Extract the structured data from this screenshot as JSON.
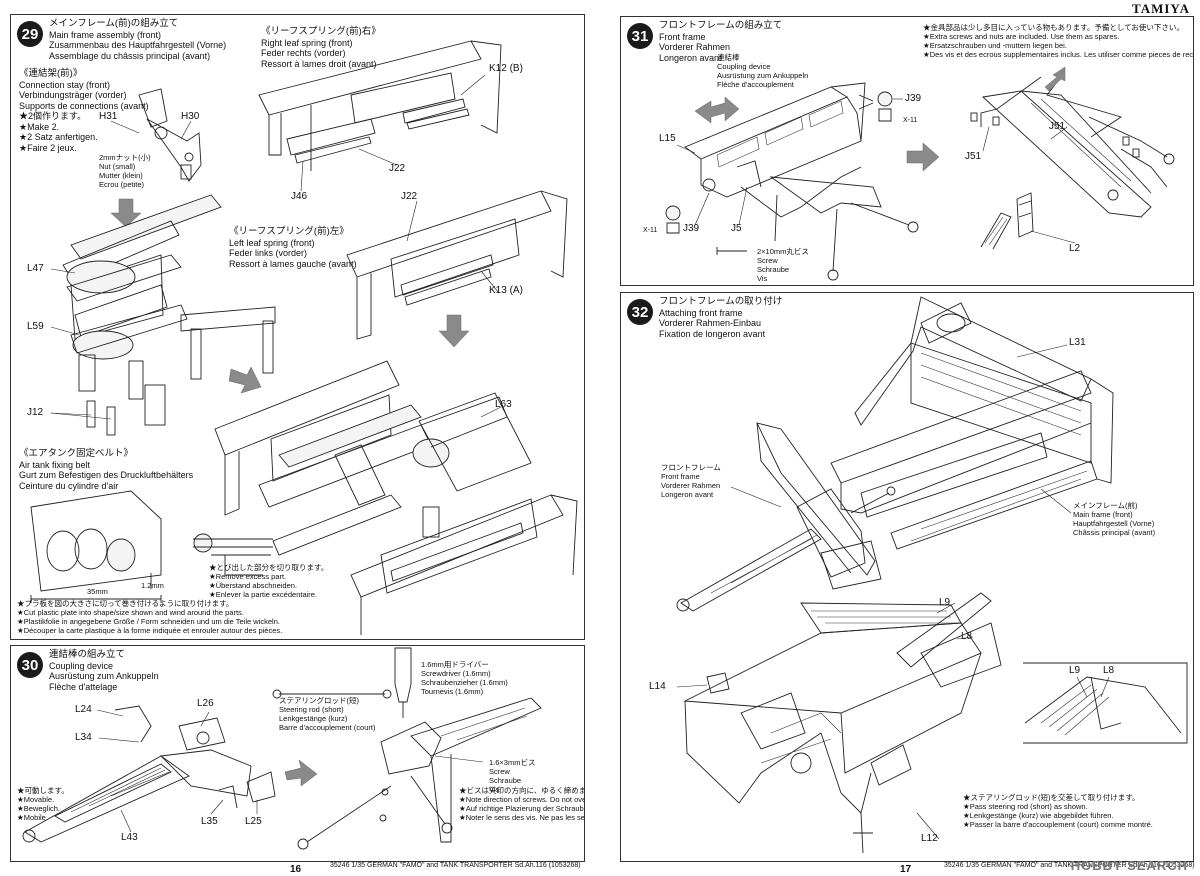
{
  "brand": "TAMIYA",
  "pages": {
    "left_number": "16",
    "right_number": "17",
    "footer_text": "35246 1/35 GERMAN \"FAMO\" and TANK TRANSPORTER Sd.Ah.116 (1053268)",
    "watermark": "HOBBY SEARCH"
  },
  "step29": {
    "number": "29",
    "title_jp": "メインフレーム(前)の組み立て",
    "title_en": "Main frame assembly (front)",
    "title_de": "Zusammenbau des Hauptfahrgestell (Vorne)",
    "title_fr": "Assemblage du châssis principal (avant)",
    "connection_stay": {
      "jp": "《連結架(前)》",
      "en": "Connection stay (front)",
      "de": "Verbindungsträger (vorder)",
      "fr": "Supports de connections (avant)",
      "make_jp": "★2個作ります。",
      "make_en": "★Make 2.",
      "make_de": "★2 Satz anfertigen.",
      "make_fr": "★Faire 2 jeux."
    },
    "right_spring": {
      "jp": "《リーフスプリング(前)右》",
      "en": "Right leaf spring (front)",
      "de": "Feder rechts (vorder)",
      "fr": "Ressort à lames droit (avant)"
    },
    "left_spring": {
      "jp": "《リーフスプリング(前)左》",
      "en": "Left leaf spring (front)",
      "de": "Feder links (vorder)",
      "fr": "Ressort à lames gauche (avant)"
    },
    "nut": {
      "jp": "2mmナット(小)",
      "en": "Nut (small)",
      "de": "Mutter (klein)",
      "fr": "Ecrou (petite)"
    },
    "air_tank": {
      "jp": "《エアタンク固定ベルト》",
      "en": "Air tank fixing belt",
      "de": "Gurt zum Befestigen des Druckluftbehälters",
      "fr": "Ceinture du cylindre d'air"
    },
    "remove_excess": {
      "jp": "★とび出した部分を切り取ります。",
      "en": "★Remove excess part.",
      "de": "★Überstand abschneiden.",
      "fr": "★Enlever la partie excédentaire."
    },
    "cut_plate": {
      "jp": "★プラ板を図の大きさに切って巻き付けるように取り付けます。",
      "en": "★Cut plastic plate into shape/size shown and wind around the parts.",
      "de": "★Plastikfolie in angegebene Größe / Form schneiden und um die Teile wickeln.",
      "fr": "★Découper la carte plastique à la forme indiquée et enrouler autour des pièces."
    },
    "dim_35": "35mm",
    "dim_12": "1.2mm",
    "parts": {
      "H31": "H31",
      "H30": "H30",
      "K12": "K12 (B)",
      "J22a": "J22",
      "J46": "J46",
      "J22b": "J22",
      "K13": "K13 (A)",
      "L47": "L47",
      "L59": "L59",
      "J12": "J12",
      "L63": "L63"
    }
  },
  "step30": {
    "number": "30",
    "title_jp": "連結棒の組み立て",
    "title_en": "Coupling device",
    "title_de": "Ausrüstung zum Ankuppeln",
    "title_fr": "Flèche d'attelage",
    "screwdriver": {
      "jp": "1.6mm用ドライバー",
      "en": "Screwdriver (1.6mm)",
      "de": "Schraubenzieher (1.6mm)",
      "fr": "Tournevis (1.6mm)"
    },
    "steering_rod": {
      "jp": "ステアリングロッド(短)",
      "en": "Steering rod (short)",
      "de": "Lenkgestänge (kurz)",
      "fr": "Barre d'accouplement (court)"
    },
    "screw": {
      "jp": "1.6×3mmビス",
      "en": "Screw",
      "de": "Schraube",
      "fr": "Vis"
    },
    "movable": {
      "jp": "★可動します。",
      "en": "★Movable.",
      "de": "★Beweglich.",
      "fr": "★Mobile."
    },
    "screw_note": {
      "jp": "★ビスは矢印の方向に、ゆるく締めます。",
      "en": "★Note direction of screws. Do not overtighten.",
      "de": "★Auf richtige Plazierung der Schraube achten. Nicht ganz einschrauben.",
      "fr": "★Noter le sens des vis. Ne pas les serrer trop."
    },
    "parts": {
      "L24": "L24",
      "L26": "L26",
      "L34": "L34",
      "L43": "L43",
      "L35": "L35",
      "L25": "L25"
    }
  },
  "step31": {
    "number": "31",
    "title_jp": "フロントフレームの組み立て",
    "title_en": "Front frame",
    "title_de": "Vorderer Rahmen",
    "title_fr": "Longeron avant",
    "spares": {
      "jp": "★金具部品は少し多目に入っている物もあります。予備としてお使い下さい。",
      "en": "★Extra screws and nuts are included. Use them as spares.",
      "de": "★Ersatzschrauben und -muttern liegen bei.",
      "fr": "★Des vis et des ecrous supplementaires inclus. Les utiliser comme pieces de rechange."
    },
    "coupling": {
      "jp": "連結棒",
      "en": "Coupling device",
      "de": "Ausrüstung zum Ankuppeln",
      "fr": "Flèche d'accouplement"
    },
    "screw": {
      "jp": "2×10mm丸ビス",
      "en": "Screw",
      "de": "Schraube",
      "fr": "Vis"
    },
    "parts": {
      "J39a": "J39",
      "X11a": "X-11",
      "L15": "L15",
      "J39b": "J39",
      "X11b": "X-11",
      "J5": "J5",
      "J51a": "J51",
      "J51b": "J51",
      "L2": "L2"
    }
  },
  "step32": {
    "number": "32",
    "title_jp": "フロントフレームの取り付け",
    "title_en": "Attaching front frame",
    "title_de": "Vorderer Rahmen-Einbau",
    "title_fr": "Fixation de longeron avant",
    "front_frame": {
      "jp": "フロントフレーム",
      "en": "Front frame",
      "de": "Vorderer Rahmen",
      "fr": "Longeron avant"
    },
    "main_frame": {
      "jp": "メインフレーム(前)",
      "en": "Main frame (front)",
      "de": "Hauptfahrgestell (Vorne)",
      "fr": "Châssis principal (avant)"
    },
    "pass_rod": {
      "jp": "★ステアリングロッド(短)を交差して取り付けます。",
      "en": "★Pass steering rod (short) as shown.",
      "de": "★Lenkgestänge (kurz) wie abgebildet führen.",
      "fr": "★Passer la barre d'accouplement (court) comme montré."
    },
    "parts": {
      "L31": "L31",
      "L9a": "L9",
      "L8a": "L8",
      "L14": "L14",
      "L12": "L12",
      "L9b": "L9",
      "L8b": "L8"
    }
  }
}
